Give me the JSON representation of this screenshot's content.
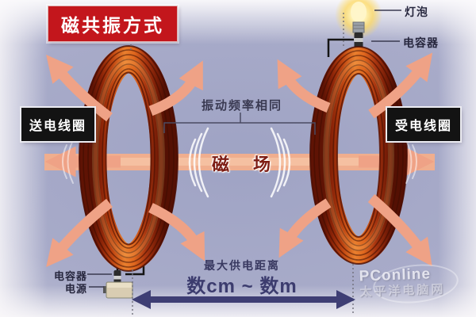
{
  "title": "磁共振方式",
  "coils": {
    "left_label": "送电线圈",
    "right_label": "受电线圈"
  },
  "center": {
    "frequency_note": "振动频率相同",
    "field_label": "磁 场"
  },
  "receiver_components": {
    "bulb": "灯泡",
    "capacitor": "电容器"
  },
  "transmitter_components": {
    "capacitor": "电容器",
    "power": "电源"
  },
  "distance": {
    "caption": "最大供电距离",
    "range": "数cm ~ 数m"
  },
  "watermark": {
    "brand": "PConline",
    "site": "太平洋电脑网"
  },
  "colors": {
    "title_bg": "#c3161c",
    "label_box_bg": "#131313",
    "arrow_salmon": "#efa286",
    "field_band": "#f0ae8e",
    "coil_copper": "#c04712",
    "distance_arrow_navy": "#3e3e74",
    "field_text": "#7e1d14",
    "note_text": "#3a3a52"
  }
}
